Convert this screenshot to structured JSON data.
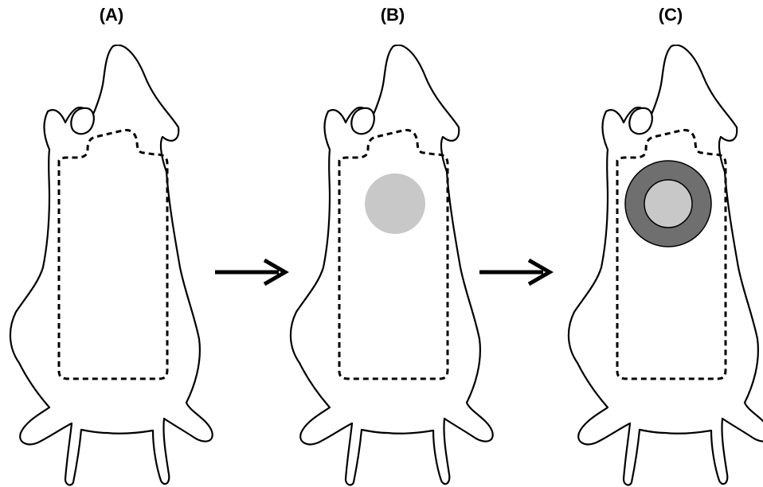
{
  "panels": [
    {
      "label": "(A)",
      "lesion": "none"
    },
    {
      "label": "(B)",
      "lesion": "single-spot"
    },
    {
      "label": "(C)",
      "lesion": "ring"
    }
  ],
  "colors": {
    "outline": "#000000",
    "spot_light": "#c8c8c8",
    "ring_outer": "#6f6f6f",
    "ring_inner": "#c8c8c8"
  },
  "icons": [
    "right-arrow-icon",
    "right-arrow-icon"
  ]
}
